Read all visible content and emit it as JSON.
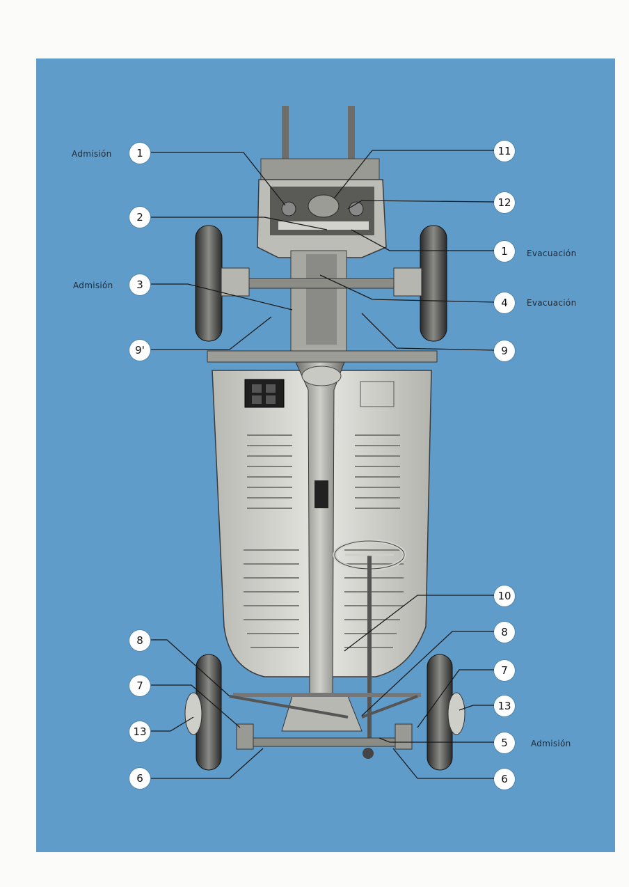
{
  "diagram": {
    "callouts": [
      {
        "id": "c1l",
        "num": "1"
      },
      {
        "id": "c2l",
        "num": "2"
      },
      {
        "id": "c3l",
        "num": "3"
      },
      {
        "id": "c9pl",
        "num": "9'"
      },
      {
        "id": "c8l",
        "num": "8"
      },
      {
        "id": "c7l",
        "num": "7"
      },
      {
        "id": "c13l",
        "num": "13"
      },
      {
        "id": "c6l",
        "num": "6"
      },
      {
        "id": "c11r",
        "num": "11"
      },
      {
        "id": "c12r",
        "num": "12"
      },
      {
        "id": "c1r",
        "num": "1"
      },
      {
        "id": "c4r",
        "num": "4"
      },
      {
        "id": "c9r",
        "num": "9"
      },
      {
        "id": "c10r",
        "num": "10"
      },
      {
        "id": "c8r",
        "num": "8"
      },
      {
        "id": "c7r",
        "num": "7"
      },
      {
        "id": "c13r",
        "num": "13"
      },
      {
        "id": "c5r",
        "num": "5"
      },
      {
        "id": "c6r",
        "num": "6"
      }
    ],
    "labels": {
      "admision_1": "Admisión",
      "admision_3": "Admisión",
      "evacuacion_1": "Evacuación",
      "evacuacion_4": "Evacuación",
      "admision_5": "Admisión"
    },
    "colors": {
      "background": "#5f9cca",
      "chassis": "#d9d9d4",
      "dark": "#3a3a3a"
    }
  }
}
